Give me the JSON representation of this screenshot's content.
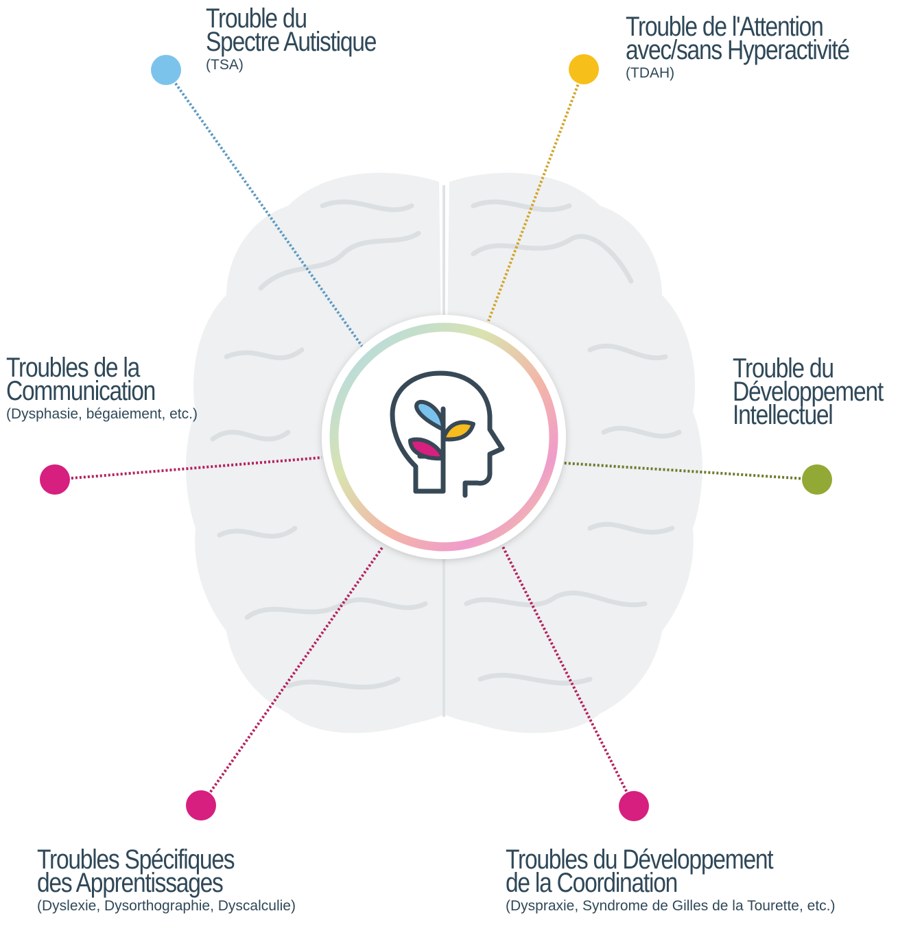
{
  "colors": {
    "blue": "#7cc3ec",
    "yellow": "#f7bf1a",
    "magenta": "#d61f7f",
    "green": "#93a935",
    "text": "#2f4858",
    "brain": "#eeeff0"
  },
  "center": {
    "icon": "head-with-plant-icon"
  },
  "nodes": [
    {
      "id": "tsa",
      "title1": "Trouble du",
      "title2": "Spectre Autistique",
      "title3": "",
      "sub": "(TSA)",
      "color": "blue"
    },
    {
      "id": "tdah",
      "title1": "Trouble de l'Attention",
      "title2": "avec/sans Hyperactivité",
      "title3": "",
      "sub": "(TDAH)",
      "color": "yellow"
    },
    {
      "id": "communication",
      "title1": "Troubles de la",
      "title2": "Communication",
      "title3": "",
      "sub": "(Dysphasie, bégaiement, etc.)",
      "color": "magenta"
    },
    {
      "id": "tdi",
      "title1": "Trouble du",
      "title2": "Développement",
      "title3": "Intellectuel",
      "sub": "",
      "color": "green"
    },
    {
      "id": "tsap",
      "title1": "Troubles Spécifiques",
      "title2": "des Apprentissages",
      "title3": "",
      "sub": "(Dyslexie, Dysorthographie, Dyscalculie)",
      "color": "magenta"
    },
    {
      "id": "tdc",
      "title1": "Troubles du Développement",
      "title2": "de la Coordination",
      "title3": "",
      "sub": "(Dyspraxie, Syndrome de Gilles de la Tourette, etc.)",
      "color": "magenta"
    }
  ]
}
